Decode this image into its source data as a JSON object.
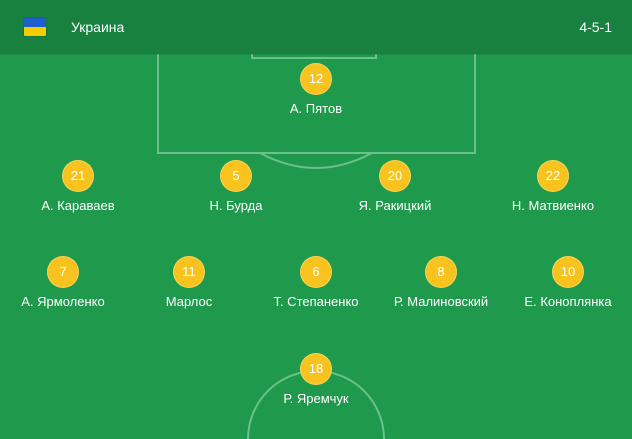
{
  "team": {
    "name": "Украина",
    "formation": "4-5-1",
    "flag_colors": {
      "top": "#1d60c9",
      "bottom": "#f6ce00"
    }
  },
  "players": [
    {
      "number": "12",
      "name": "А. Пятов"
    },
    {
      "number": "21",
      "name": "А. Караваев"
    },
    {
      "number": "5",
      "name": "Н. Бурда"
    },
    {
      "number": "20",
      "name": "Я. Ракицкий"
    },
    {
      "number": "22",
      "name": "Н. Матвиенко"
    },
    {
      "number": "7",
      "name": "А. Ярмоленко"
    },
    {
      "number": "11",
      "name": "Марлос"
    },
    {
      "number": "6",
      "name": "Т. Степаненко"
    },
    {
      "number": "8",
      "name": "Р. Малиновский"
    },
    {
      "number": "10",
      "name": "Е. Коноплянка"
    },
    {
      "number": "18",
      "name": "Р. Яремчук"
    }
  ],
  "colors": {
    "pitch": "#1f9a4d",
    "header": "#188140",
    "player_badge": "#f8c31f",
    "text": "#ffffff"
  }
}
